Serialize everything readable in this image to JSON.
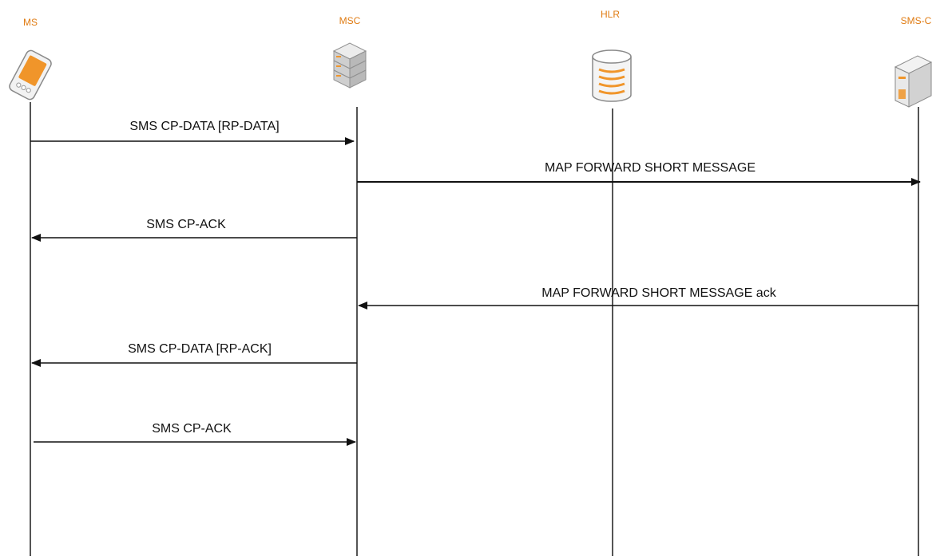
{
  "diagram": {
    "label_color": "#e07b12",
    "icon_accent": "#f0952a",
    "line_color": "#555555",
    "arrow_color": "#111111",
    "entities": [
      {
        "label": "MS",
        "icon": "pda-icon"
      },
      {
        "label": "MSC",
        "icon": "server-stack-icon"
      },
      {
        "label": "HLR",
        "icon": "database-icon"
      },
      {
        "label": "SMS-C",
        "icon": "server-tower-icon"
      }
    ],
    "messages": [
      {
        "label": "SMS CP-DATA [RP-DATA]",
        "from": "MS",
        "to": "MSC"
      },
      {
        "label": "MAP FORWARD SHORT MESSAGE",
        "from": "MSC",
        "to": "SMS-C"
      },
      {
        "label": "SMS CP-ACK",
        "from": "MSC",
        "to": "MS"
      },
      {
        "label": "MAP FORWARD SHORT MESSAGE ack",
        "from": "SMS-C",
        "to": "MSC"
      },
      {
        "label": "SMS CP-DATA [RP-ACK]",
        "from": "MSC",
        "to": "MS"
      },
      {
        "label": "SMS CP-ACK",
        "from": "MS",
        "to": "MSC"
      }
    ]
  }
}
